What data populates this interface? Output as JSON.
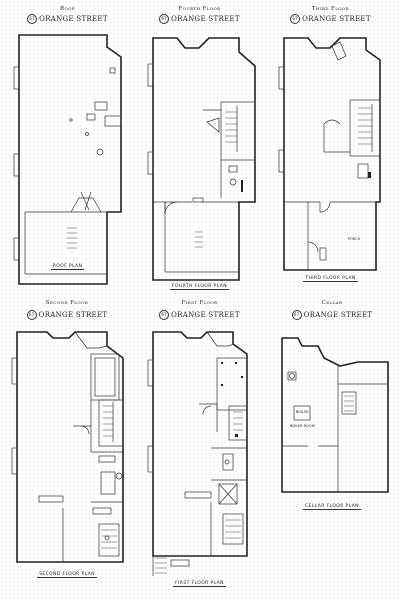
{
  "street": {
    "number": "67",
    "name": "ORANGE STREET"
  },
  "floors": [
    {
      "id": "roof",
      "heading": "Roof",
      "plan_label": "ROOF PLAN"
    },
    {
      "id": "fourth",
      "heading": "Fourth Floor",
      "plan_label": "FOURTH FLOOR PLAN"
    },
    {
      "id": "third",
      "heading": "Third Floor",
      "plan_label": "THIRD FLOOR PLAN",
      "room_labels": [
        "PORCH"
      ]
    },
    {
      "id": "second",
      "heading": "Second Floor",
      "plan_label": "SECOND FLOOR PLAN"
    },
    {
      "id": "first",
      "heading": "First Floor",
      "plan_label": "FIRST FLOOR PLAN"
    },
    {
      "id": "cellar",
      "heading": "Cellar",
      "plan_label": "CELLAR FLOOR PLAN",
      "room_labels": [
        "BOILER",
        "BOILER ROOM"
      ]
    }
  ]
}
